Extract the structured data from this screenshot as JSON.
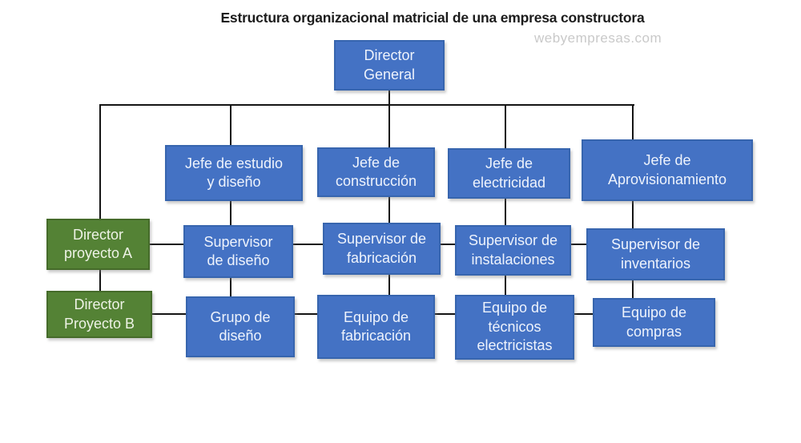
{
  "title": "Estructura organizacional matricial de una empresa constructora",
  "watermark": "webyempresas.com",
  "colors": {
    "box_blue": "#4472C4",
    "box_blue_border": "#3765AE",
    "box_green": "#548235",
    "box_green_border": "#456B2A",
    "box_text": "#EEF3FC",
    "connector_line": "#141414",
    "title_text": "#1C1C1C",
    "watermark_text": "#C9C9C9",
    "background": "#FFFFFF"
  },
  "nodes": {
    "director_general": {
      "label": "Director General",
      "lines": [
        "Director",
        "General"
      ]
    },
    "jefe_estudio_diseno": {
      "label": "Jefe de estudio y diseño",
      "lines": [
        "Jefe de estudio",
        "y diseño"
      ]
    },
    "jefe_construccion": {
      "label": "Jefe de construcción",
      "lines": [
        "Jefe de",
        "construcción"
      ]
    },
    "jefe_electricidad": {
      "label": "Jefe de electricidad",
      "lines": [
        "Jefe de",
        "electricidad"
      ]
    },
    "jefe_aprovisionamiento": {
      "label": "Jefe de Aprovisionamiento",
      "lines": [
        "Jefe de",
        "Aprovisionamiento"
      ]
    },
    "director_proyecto_a": {
      "label": "Director proyecto A",
      "lines": [
        "Director",
        "proyecto A"
      ]
    },
    "supervisor_diseno": {
      "label": "Supervisor de diseño",
      "lines": [
        "Supervisor",
        "de diseño"
      ]
    },
    "supervisor_fabricacion": {
      "label": "Supervisor de fabricación",
      "lines": [
        "Supervisor de",
        "fabricación"
      ]
    },
    "supervisor_instalaciones": {
      "label": "Supervisor de instalaciones",
      "lines": [
        "Supervisor de",
        "instalaciones"
      ]
    },
    "supervisor_inventarios": {
      "label": "Supervisor de inventarios",
      "lines": [
        "Supervisor de",
        "inventarios"
      ]
    },
    "director_proyecto_b": {
      "label": "Director Proyecto B",
      "lines": [
        "Director",
        "Proyecto B"
      ]
    },
    "grupo_diseno": {
      "label": "Grupo de diseño",
      "lines": [
        "Grupo de",
        "diseño"
      ]
    },
    "equipo_fabricacion": {
      "label": "Equipo de fabricación",
      "lines": [
        "Equipo de",
        "fabricación"
      ]
    },
    "equipo_tecnicos_electricistas": {
      "label": "Equipo de técnicos electricistas",
      "lines": [
        "Equipo de",
        "técnicos",
        "electricistas"
      ]
    },
    "equipo_compras": {
      "label": "Equipo de compras",
      "lines": [
        "Equipo de",
        "compras"
      ]
    }
  }
}
